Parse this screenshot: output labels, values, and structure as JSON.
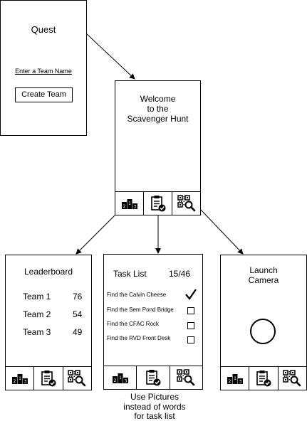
{
  "quest_screen": {
    "title": "Quest",
    "team_name_link": "Enter a Team Name",
    "create_button": "Create Team"
  },
  "welcome_screen": {
    "line1": "Welcome",
    "line2": "to the",
    "line3": "Scavenger Hunt"
  },
  "leaderboard_screen": {
    "title": "Leaderboard",
    "teams": [
      {
        "name": "Team 1",
        "score": "76"
      },
      {
        "name": "Team 2",
        "score": "54"
      },
      {
        "name": "Team 3",
        "score": "49"
      }
    ]
  },
  "task_screen": {
    "title": "Task List",
    "count": "15/46",
    "tasks": [
      {
        "label": "Find the Calvin Cheese",
        "done": true
      },
      {
        "label": "Find the Sem Pond Bridge",
        "done": false
      },
      {
        "label": "Find the  CFAC Rock",
        "done": false
      },
      {
        "label": "Find the  RVD Front Desk",
        "done": false
      }
    ]
  },
  "camera_screen": {
    "line1": "Launch",
    "line2": "Camera"
  },
  "annotation": {
    "line1": "Use Pictures",
    "line2": "instead of words",
    "line3": "for task list"
  },
  "tab_icons": [
    "podium-icon",
    "clipboard-check-icon",
    "qr-search-icon"
  ]
}
